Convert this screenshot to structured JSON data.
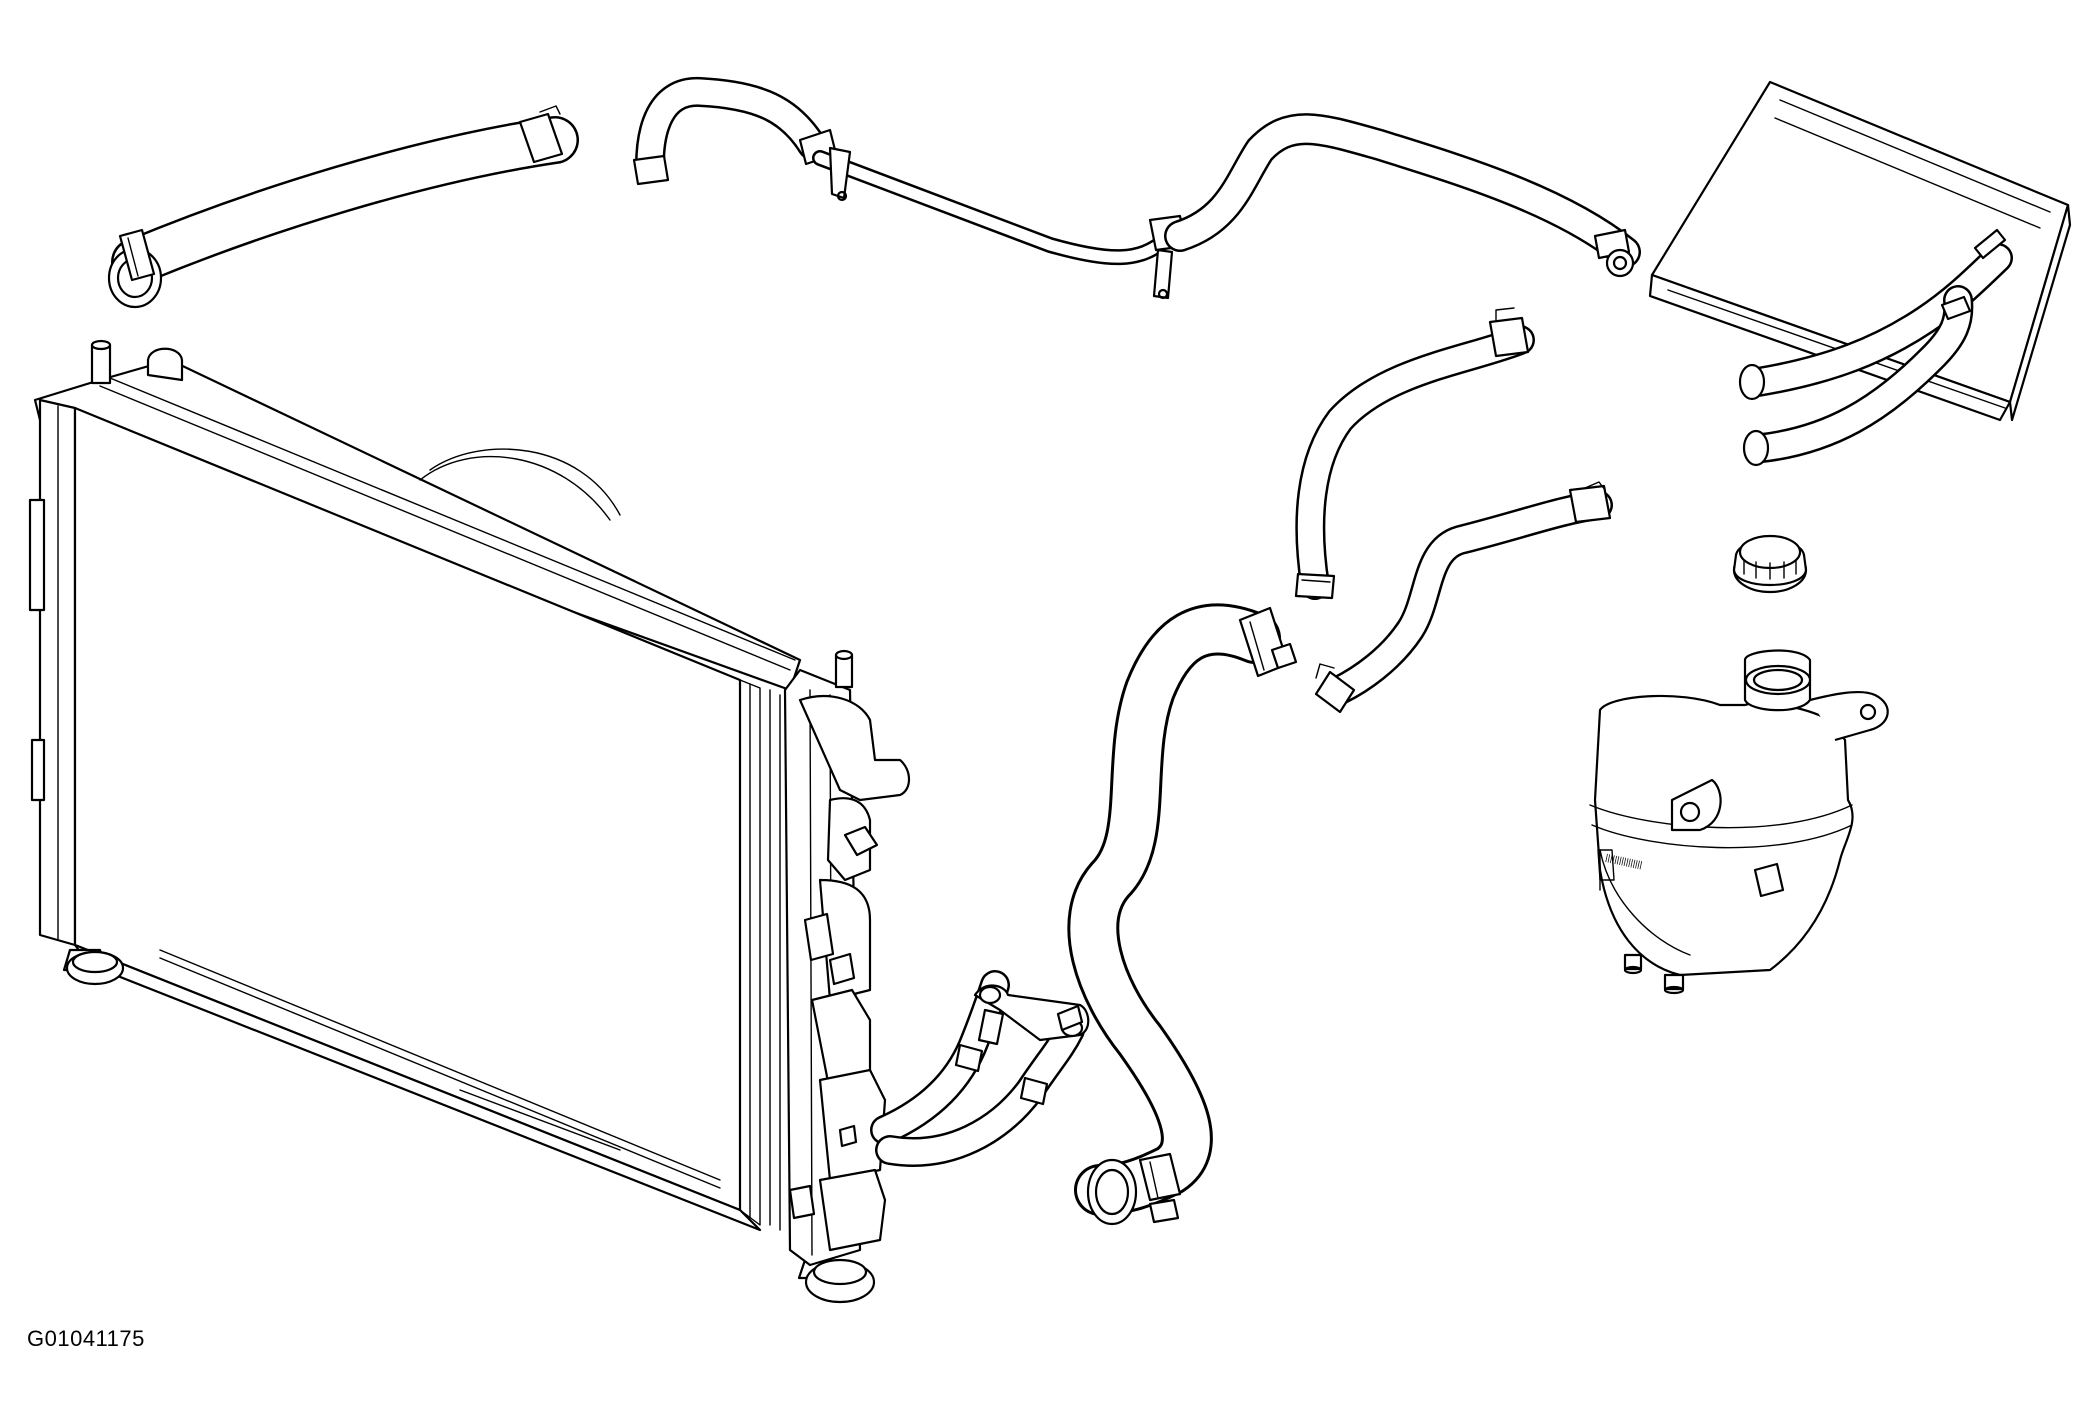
{
  "figure": {
    "code": "G01041175"
  },
  "colors": {
    "line": "#000000",
    "background": "#ffffff"
  },
  "components": [
    "radiator",
    "upper-radiator-hose",
    "lower-radiator-hose",
    "heater-core",
    "heater-supply-line",
    "heater-hoses",
    "expansion-tank",
    "expansion-tank-cap",
    "radiator-outlet-tubes"
  ]
}
